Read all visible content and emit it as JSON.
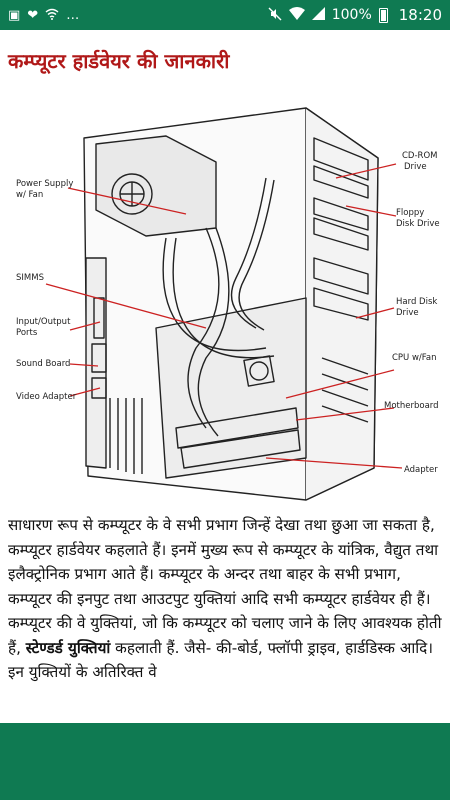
{
  "status_bar": {
    "battery": "100%",
    "time": "18:20"
  },
  "page": {
    "title": "कम्प्यूटर हार्डवेयर की जानकारी"
  },
  "diagram": {
    "labels": {
      "power_supply": [
        "Power Supply",
        "w/ Fan"
      ],
      "simms": [
        "SIMMS"
      ],
      "input_output": [
        "Input/Output",
        "Ports"
      ],
      "sound_board": [
        "Sound Board"
      ],
      "video_adapter": [
        "Video Adapter"
      ],
      "cd_rom": [
        "CD-ROM",
        "Drive"
      ],
      "floppy": [
        "Floppy",
        "Disk Drive"
      ],
      "hard_disk": [
        "Hard Disk",
        "Drive"
      ],
      "cpu": [
        "CPU w/Fan"
      ],
      "motherboard": [
        "Motherboard"
      ],
      "adapter": [
        "Adapter"
      ]
    }
  },
  "article": {
    "text_before_bold": "साधारण रूप से कम्प्यूटर के वे सभी प्रभाग जिन्हें देखा तथा छुआ जा सकता है, कम्प्यूटर हार्डवेयर कहलाते हैं। इनमें मुख्य रूप से कम्प्यूटर के यांत्रिक, वैद्युत तथा इलैक्ट्रोनिक प्रभाग आते हैं। कम्प्यूटर के अन्दर तथा बाहर के सभी प्रभाग, कम्प्यूटर की इनपुट तथा आउटपुट युक्तियां आदि सभी कम्प्यूटर हार्डवेयर ही हैं। कम्प्यूटर की वे युक्तियां, जो कि कम्प्यूटर को चलाए जाने के लिए आवश्यक होती हैं, ",
    "bold_text": "स्टेण्डर्ड युक्तियां",
    "text_after_bold": " कहलाती हैं. जैसे- की-बोर्ड, फ्लॉपी ड्राइव, हार्डडिस्क आदि। इन युक्तियों के अतिरिक्त वे"
  }
}
